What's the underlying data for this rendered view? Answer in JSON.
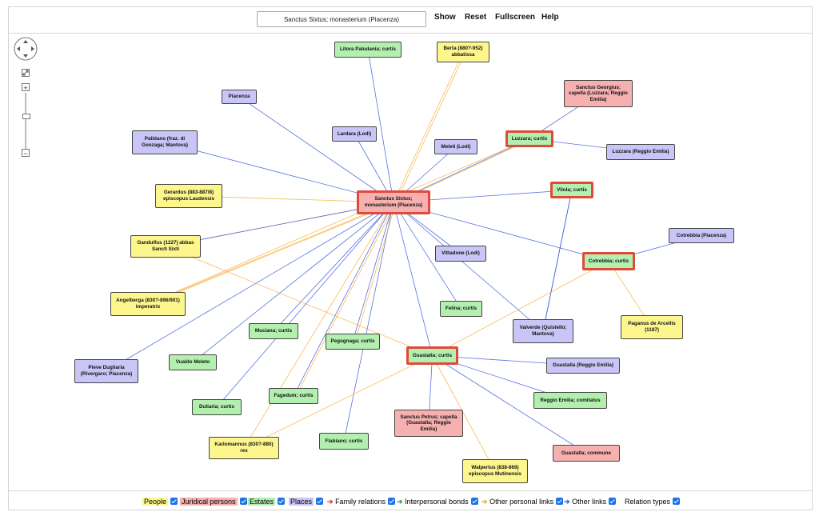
{
  "toolbar": {
    "search_value": "Sanctus Sixtus; monasterium (Piacenza)",
    "show_label": "Show",
    "reset_label": "Reset",
    "fullscreen_label": "Fullscreen",
    "help_label": "Help"
  },
  "navigation": {
    "zoom_in": "+",
    "zoom_out": "−",
    "fit_icon": "expand-icon"
  },
  "colors": {
    "people": "#fcf68c",
    "juridical": "#f6b0b0",
    "estate": "#b3f0b0",
    "place": "#c9c5f7",
    "highlight_border": "#e04a3b",
    "family_arrow": "#e53935",
    "interpersonal_arrow": "#43a047",
    "other_personal_arrow": "#f5a623",
    "other_links_arrow": "#3b5bdb"
  },
  "graph": {
    "nodes": [
      {
        "id": "sixtus",
        "label": "Sanctus Sixtus; monasterium (Piacenza)",
        "type": "jur",
        "hl": true
      },
      {
        "id": "litora",
        "label": "Litora Paludania; curtis",
        "type": "estate"
      },
      {
        "id": "berta",
        "label": "Berta (880?-952) abbatissa",
        "type": "people"
      },
      {
        "id": "georgius",
        "label": "Sanctus Georgius; capella (Luzzara; Reggio Emilia)",
        "type": "jur"
      },
      {
        "id": "piacenza",
        "label": "Piacenza",
        "type": "place"
      },
      {
        "id": "lardara",
        "label": "Lardara (Lodi)",
        "type": "place"
      },
      {
        "id": "meleti",
        "label": "Meleti (Lodi)",
        "type": "place"
      },
      {
        "id": "luzzaracurtis",
        "label": "Luzzara; curtis",
        "type": "estate",
        "hl": true
      },
      {
        "id": "luzzaraRE",
        "label": "Luzzara (Reggio Emilia)",
        "type": "place"
      },
      {
        "id": "palidano",
        "label": "Palidano (fraz. di Gonzaga; Mantova)",
        "type": "place"
      },
      {
        "id": "gerardus",
        "label": "Gerardus (883-887/8) episcopus Laudensis",
        "type": "people"
      },
      {
        "id": "vilola",
        "label": "Vilola; curtis",
        "type": "estate",
        "hl": true
      },
      {
        "id": "gandulfus",
        "label": "Gandulfus (1227) abbas Sancti Sixti",
        "type": "people"
      },
      {
        "id": "cotrebbiaP",
        "label": "Cotrebbia (Piacenza)",
        "type": "place"
      },
      {
        "id": "vittadone",
        "label": "Vittadone (Lodi)",
        "type": "place"
      },
      {
        "id": "cotrebbiacurtis",
        "label": "Cotrebbia; curtis",
        "type": "estate",
        "hl": true
      },
      {
        "id": "angelberga",
        "label": "Angelberga (830?-896/901) imperatrix",
        "type": "people"
      },
      {
        "id": "felina",
        "label": "Felina; curtis",
        "type": "estate"
      },
      {
        "id": "paganus",
        "label": "Paganus de Arcellis (1187)",
        "type": "people"
      },
      {
        "id": "valverde",
        "label": "Valverde (Quistello; Mantova)",
        "type": "place"
      },
      {
        "id": "muciana",
        "label": "Muciana; curtis",
        "type": "estate"
      },
      {
        "id": "pegognaga",
        "label": "Pegognaga; curtis",
        "type": "estate"
      },
      {
        "id": "vualdo",
        "label": "Vualdo Meleto",
        "type": "estate"
      },
      {
        "id": "guastallacurtis",
        "label": "Guastalla; curtis",
        "type": "estate",
        "hl": true
      },
      {
        "id": "guastallaRE",
        "label": "Guastalla (Reggio Emilia)",
        "type": "place"
      },
      {
        "id": "pieve",
        "label": "Pieve Dugliaria (Rivergaro; Piacenza)",
        "type": "place"
      },
      {
        "id": "reggio",
        "label": "Reggio Emilia; comitatus",
        "type": "estate"
      },
      {
        "id": "fagedum",
        "label": "Fagedum; curtis",
        "type": "estate"
      },
      {
        "id": "duliaria",
        "label": "Duliaria; curtis",
        "type": "estate"
      },
      {
        "id": "petrus",
        "label": "Sanctus Petrus; capella (Guastalla; Reggio Emilia)",
        "type": "jur"
      },
      {
        "id": "karlomannus",
        "label": "Karlomannus (830?-880) rex",
        "type": "people"
      },
      {
        "id": "flabiano",
        "label": "Flabiano; curtis",
        "type": "estate"
      },
      {
        "id": "guastallacommune",
        "label": "Guastalla; commune",
        "type": "jur"
      },
      {
        "id": "walpertus",
        "label": "Walpertus (838-869) episcopus Mutinensis",
        "type": "people"
      }
    ]
  },
  "legend": {
    "people": "People",
    "juridical": "Juridical persons",
    "estates": "Estates",
    "places": "Places",
    "family": "Family relations",
    "interpersonal": "Interpersonal bonds",
    "other_personal": "Other personal links",
    "other_links": "Other links",
    "relation_types": "Relation types"
  }
}
